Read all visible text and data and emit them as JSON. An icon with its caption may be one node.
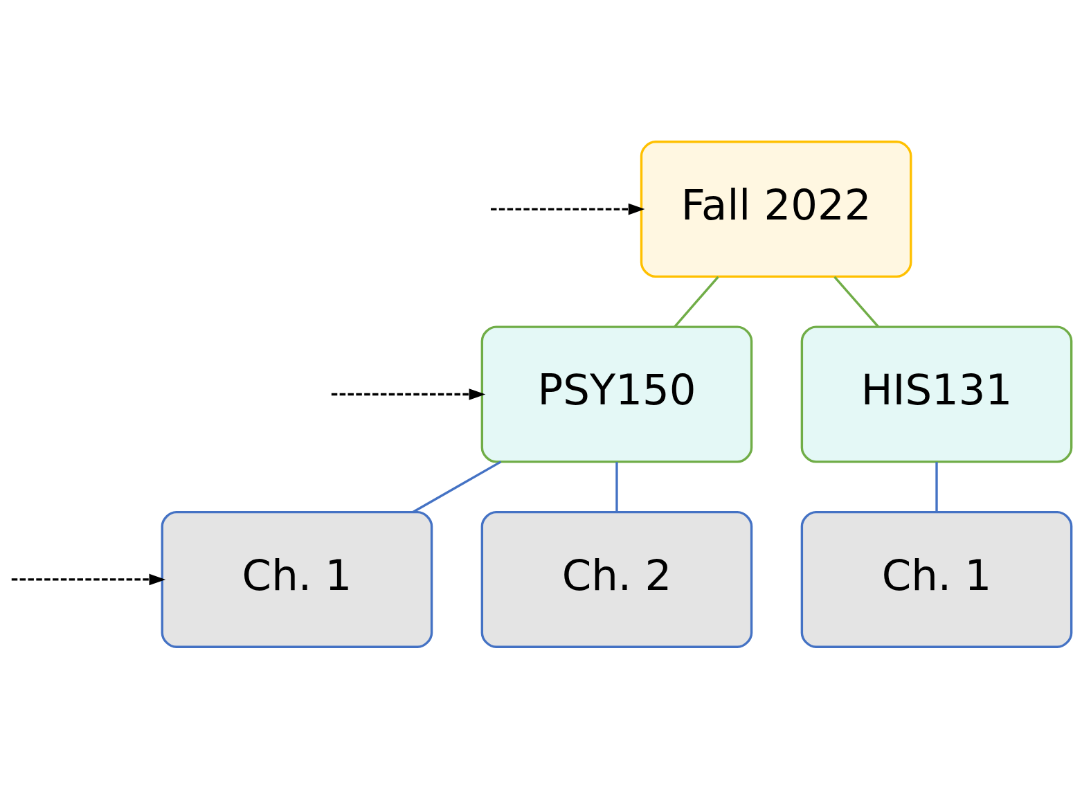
{
  "diagram": {
    "nodes": [
      {
        "text": [
          "Fall 2022"
        ]
      },
      {
        "text": [
          "PSY150"
        ]
      },
      {
        "text": [
          "HIS131"
        ]
      },
      {
        "text": [
          "Ch. 1"
        ]
      },
      {
        "text": [
          "Ch. 2"
        ]
      },
      {
        "text": [
          "Ch. 1"
        ]
      }
    ],
    "edges": [
      {
        "from": 0,
        "to": 1,
        "arrow": "none",
        "color": "#70ad47"
      },
      {
        "from": 0,
        "to": 2,
        "arrow": "none",
        "color": "#70ad47"
      },
      {
        "from": 1,
        "to": 3,
        "arrow": "none",
        "color": "#4472c4"
      },
      {
        "from": 1,
        "to": 4,
        "arrow": "none",
        "color": "#4472c4"
      },
      {
        "from": 2,
        "to": 5,
        "arrow": "none",
        "color": "#4472c4"
      },
      {
        "from": null,
        "to": 0,
        "arrow": "to",
        "style": "dashed",
        "color": "#000000"
      },
      {
        "from": null,
        "to": 1,
        "arrow": "to",
        "style": "dashed",
        "color": "#000000"
      },
      {
        "from": null,
        "to": 3,
        "arrow": "to",
        "style": "dashed",
        "color": "#000000"
      }
    ]
  }
}
